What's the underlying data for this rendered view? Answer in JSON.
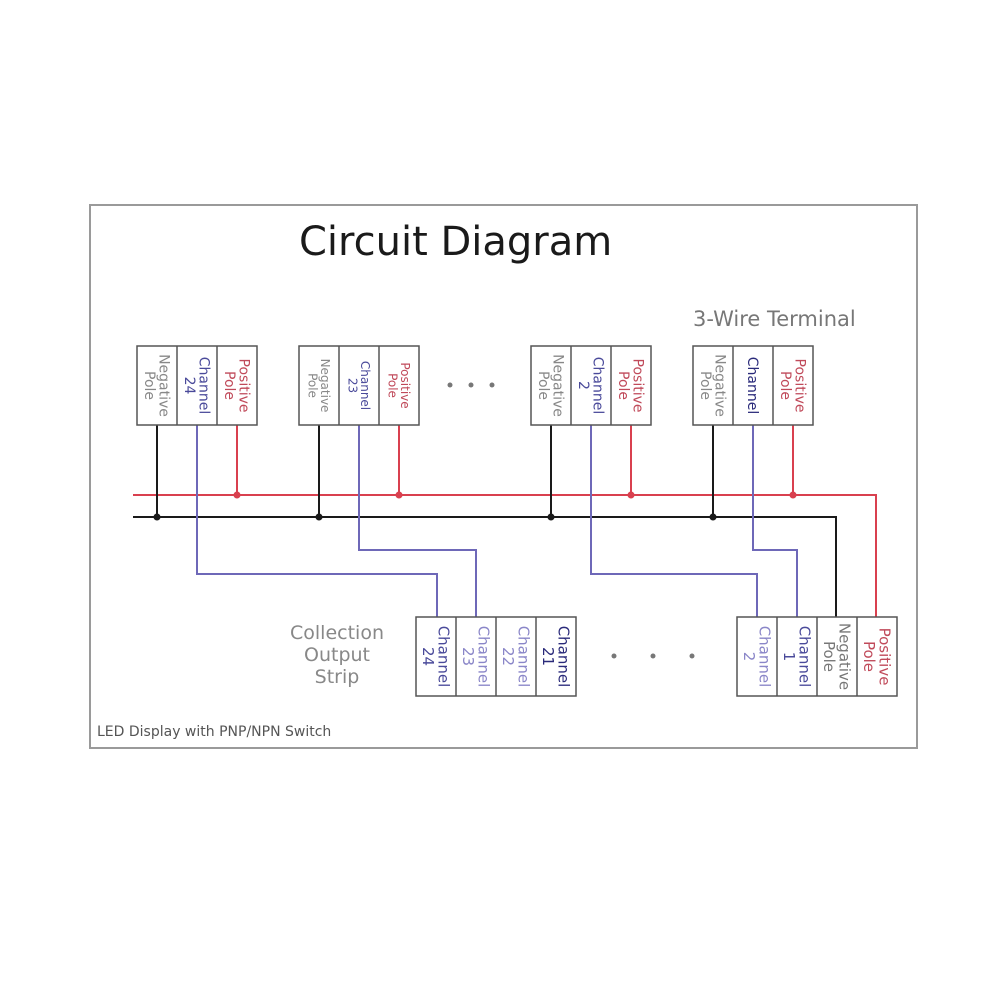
{
  "title": "Circuit Diagram",
  "terminal_label": "3-Wire Terminal",
  "strip_label": [
    "Collection",
    "Output",
    "Strip"
  ],
  "footer": "LED Display with PNP/NPN Switch",
  "colors": {
    "positive": "#d9404f",
    "negative": "#1a1a1a",
    "signal": "#6e68b8",
    "box": "#555555"
  },
  "ellipsis": "• • •",
  "terminals": [
    {
      "id": "t24",
      "cells": [
        {
          "lines": [
            "Negative",
            "Pole"
          ],
          "color": "#888888"
        },
        {
          "lines": [
            "Channel",
            "24"
          ],
          "color": "#4a4a9a"
        },
        {
          "lines": [
            "Positive",
            "Pole"
          ],
          "color": "#c04a5a"
        }
      ]
    },
    {
      "id": "t23",
      "cells": [
        {
          "lines": [
            "Negative",
            "Pole"
          ],
          "color": "#888888"
        },
        {
          "lines": [
            "Channel",
            "23"
          ],
          "color": "#4a4a9a"
        },
        {
          "lines": [
            "Positive",
            "Pole"
          ],
          "color": "#c04a5a"
        }
      ]
    },
    {
      "id": "t2",
      "cells": [
        {
          "lines": [
            "Negative",
            "Pole"
          ],
          "color": "#888888"
        },
        {
          "lines": [
            "Channel",
            "2"
          ],
          "color": "#4a4a9a"
        },
        {
          "lines": [
            "Positive",
            "Pole"
          ],
          "color": "#c04a5a"
        }
      ]
    },
    {
      "id": "t1",
      "cells": [
        {
          "lines": [
            "Negative",
            "Pole"
          ],
          "color": "#888888"
        },
        {
          "lines": [
            "Channel"
          ],
          "color": "#2a2a7a"
        },
        {
          "lines": [
            "Positive",
            "Pole"
          ],
          "color": "#c04a5a"
        }
      ]
    }
  ],
  "strip_left": {
    "cells": [
      {
        "lines": [
          "Channel",
          "24"
        ],
        "color": "#4a4a9a"
      },
      {
        "lines": [
          "Channel",
          "23"
        ],
        "color": "#8a86c8"
      },
      {
        "lines": [
          "Channel",
          "22"
        ],
        "color": "#8a86c8"
      },
      {
        "lines": [
          "Channel",
          "21"
        ],
        "color": "#2a2a7a"
      }
    ]
  },
  "strip_right": {
    "cells": [
      {
        "lines": [
          "Channel",
          "2"
        ],
        "color": "#8a86c8"
      },
      {
        "lines": [
          "Channel",
          "1"
        ],
        "color": "#4a4a9a"
      },
      {
        "lines": [
          "Negative",
          "Pole"
        ],
        "color": "#777777"
      },
      {
        "lines": [
          "Positive",
          "Pole"
        ],
        "color": "#c04a5a"
      }
    ]
  }
}
